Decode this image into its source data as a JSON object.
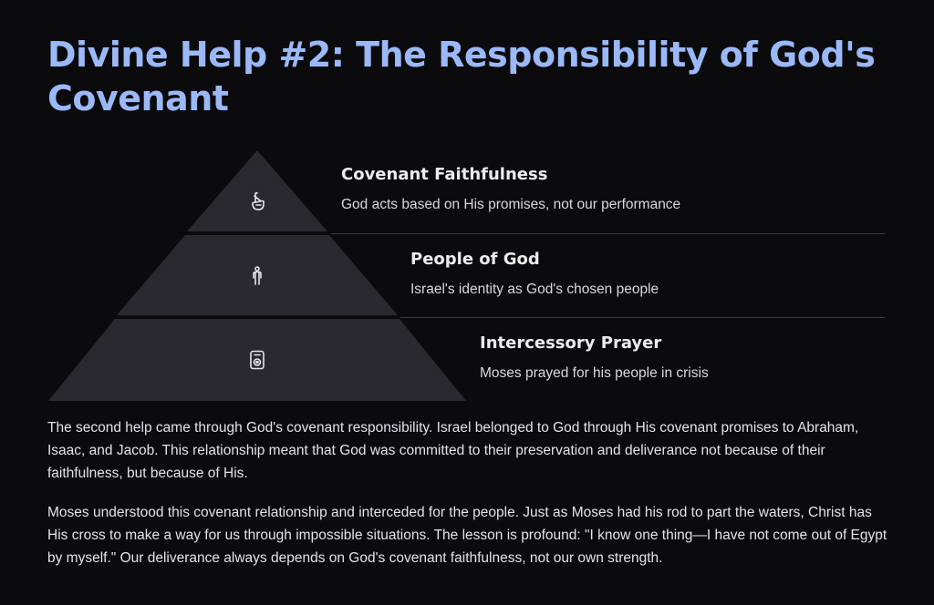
{
  "title": "Divine Help #2: The Responsibility of God's Covenant",
  "pyramid": {
    "colors": {
      "tier_fill": "#2a2a2e",
      "divider": "#3a3a40"
    },
    "tiers": [
      {
        "title": "Covenant Faithfulness",
        "description": "God acts based on His promises, not our performance",
        "icon": "crossed-fingers-icon"
      },
      {
        "title": "People of God",
        "description": "Israel's identity as God's chosen people",
        "icon": "person-icon"
      },
      {
        "title": "Intercessory Prayer",
        "description": "Moses prayed for his people in crisis",
        "icon": "speaker-icon"
      }
    ]
  },
  "paragraphs": [
    "The second help came through God's covenant responsibility. Israel belonged to God through His covenant promises to Abraham, Isaac, and Jacob. This relationship meant that God was committed to their preservation and deliverance not because of their faithfulness, but because of His.",
    "Moses understood this covenant relationship and interceded for the people. Just as Moses had his rod to part the waters, Christ has His cross to make a way for us through impossible situations. The lesson is profound: \"I know one thing—I have not come out of Egypt by myself.\" Our deliverance always depends on God's covenant faithfulness, not our own strength."
  ],
  "colors": {
    "background": "#0b0b0e",
    "title": "#9bb8f7",
    "text": "#e2e2e8"
  }
}
